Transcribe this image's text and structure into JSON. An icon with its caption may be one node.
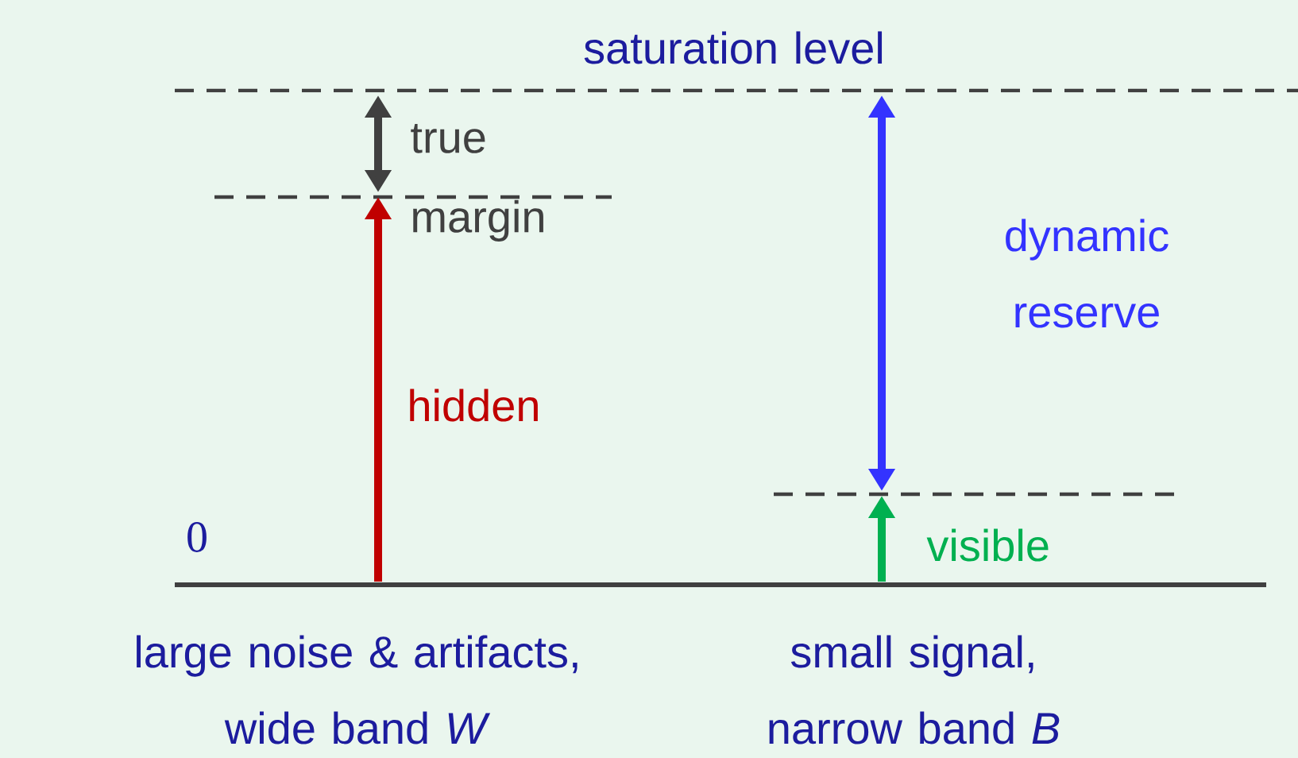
{
  "diagram": {
    "labels": [
      "saturation level",
      "true margin",
      "dynamic reserve",
      "hidden",
      "0",
      "visible",
      "large noise & artifacts, wide band *W*",
      "small signal, narrow band *B*"
    ]
  }
}
